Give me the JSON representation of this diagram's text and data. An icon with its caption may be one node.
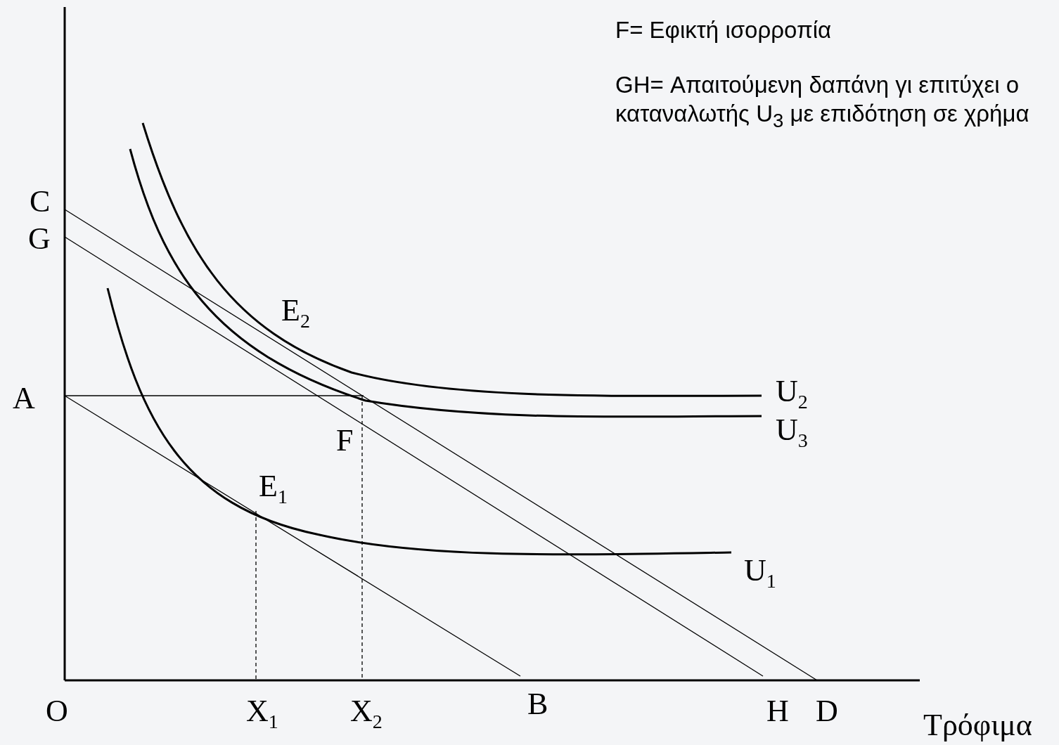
{
  "diagram": {
    "labels": [
      "F= Εφικτή ισορροπία",
      "GH= Απαιτούμενη δαπάνη γι επιτύχει ο καταναλωτής U$_{3}$ με επιδότηση σε χρήμα",
      "C",
      "G",
      "E$_{2}$",
      "A",
      "U$_{2}$",
      "F",
      "U$_{3}$",
      "E$_{1}$",
      "U$_{1}$",
      "O",
      "X$_{1}$",
      "X$_{2}$",
      "B",
      "H",
      "D",
      "Τρόφιμα"
    ]
  }
}
